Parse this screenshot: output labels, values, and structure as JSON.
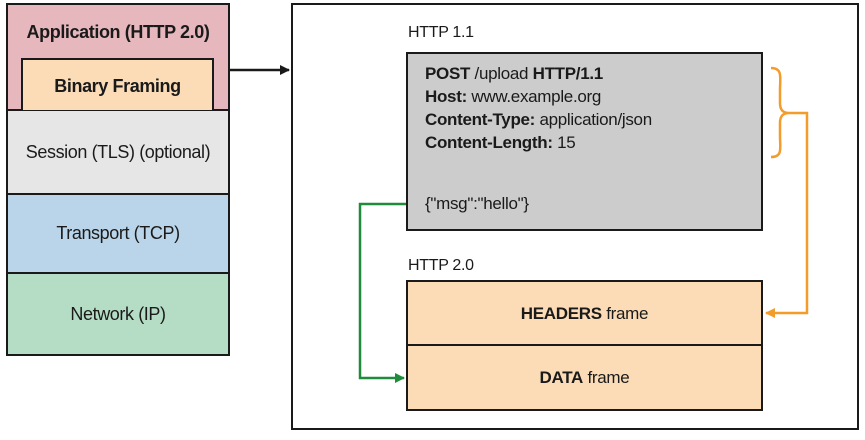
{
  "stack": {
    "application": "Application (HTTP 2.0)",
    "binary_framing": "Binary Framing",
    "session": "Session (TLS) (optional)",
    "transport": "Transport (TCP)",
    "network": "Network (IP)"
  },
  "http11": {
    "label": "HTTP 1.1",
    "request": {
      "method": "POST",
      "path": " /upload ",
      "version": "HTTP/1.1",
      "host_key": "Host:",
      "host_value": " www.example.org",
      "content_type_key": "Content-Type:",
      "content_type_value": " application/json",
      "content_length_key": "Content-Length:",
      "content_length_value": " 15",
      "body": "{\"msg\":\"hello\"}"
    }
  },
  "http20": {
    "label": "HTTP 2.0",
    "headers_frame_bold": "HEADERS",
    "headers_frame_rest": " frame",
    "data_frame_bold": "DATA",
    "data_frame_rest": " frame"
  },
  "colors": {
    "application": "#e6b8bd",
    "binary_framing": "#fbdcb6",
    "session": "#e6e6e6",
    "transport": "#bad5ea",
    "network": "#b5ddc5",
    "request_box": "#cccccc",
    "headers_arrow": "#f39c2a",
    "data_arrow": "#1e8c3a"
  }
}
